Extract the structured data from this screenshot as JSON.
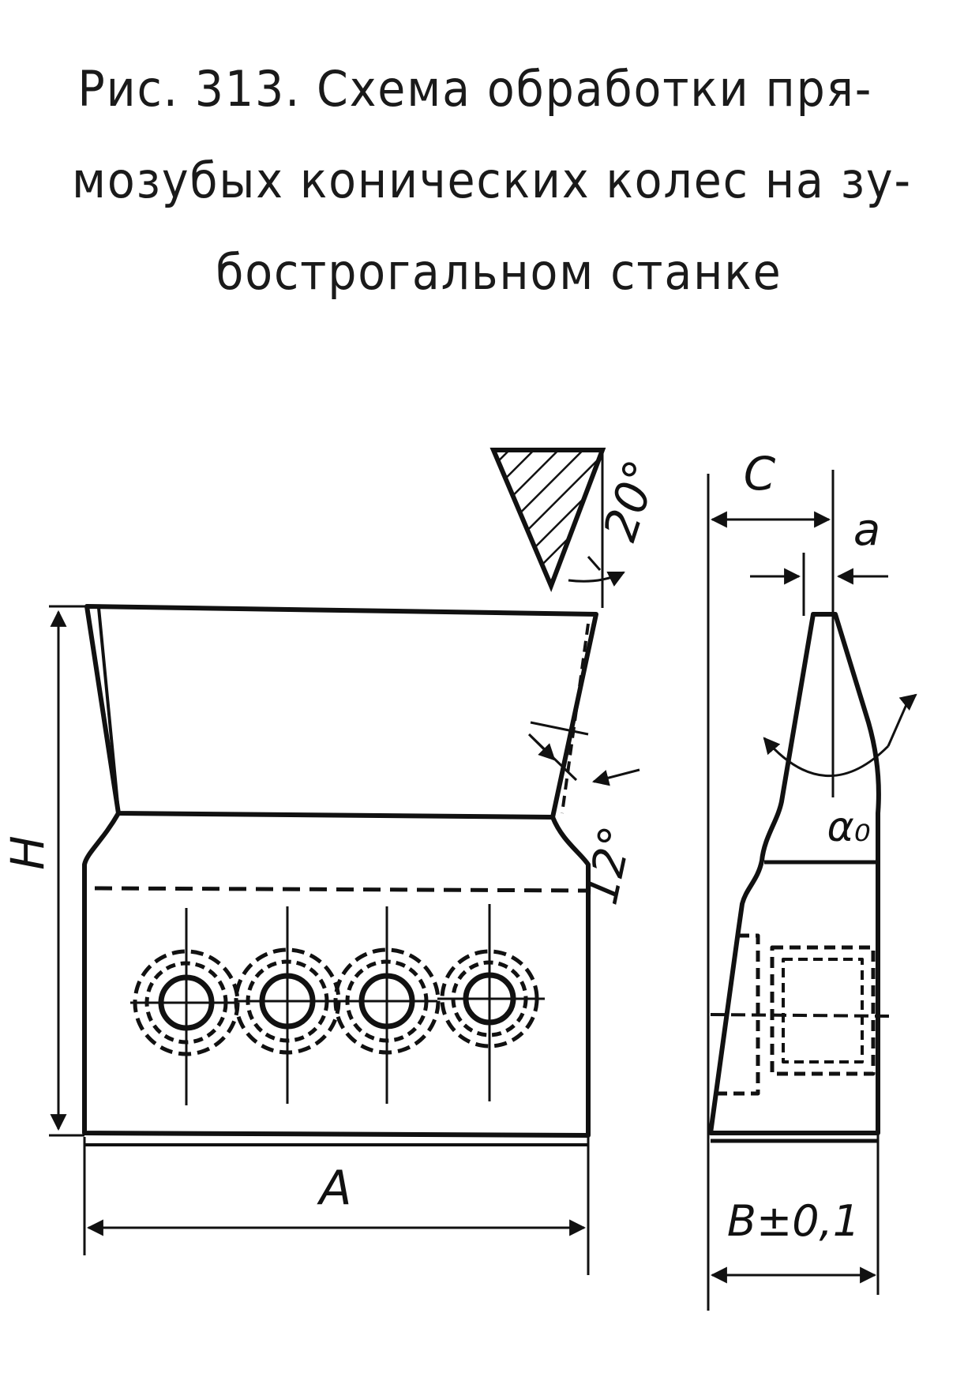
{
  "caption": {
    "line1": "Рис. 313. Схема обработки пря-",
    "line2": "мозубых конических колес на зу-",
    "line3": "бострогальном станке"
  },
  "labels": {
    "angle_top": "20°",
    "angle_side": "12°",
    "height": "H",
    "length": "A",
    "dim_c": "C",
    "dim_a": "a",
    "alpha": "α₀",
    "width": "B±0,1"
  }
}
